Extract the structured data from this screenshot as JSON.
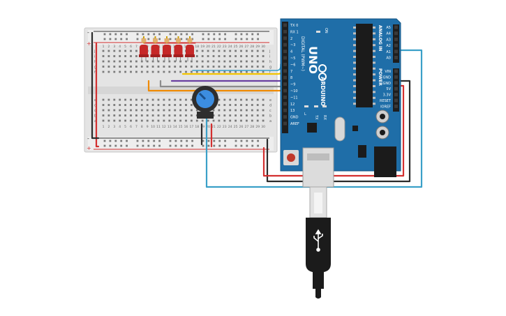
{
  "arduino": {
    "logo": "UNO",
    "brand": "ARDUINO",
    "digital_label": "DIGITAL (PWM~)",
    "analog_label": "ANALOG IN",
    "power_label": "POWER",
    "on_label": "ON",
    "tx_label": "TX",
    "rx_label": "RX",
    "l_label": "L",
    "digital_pins": [
      "TX 0",
      "RX 1",
      "2",
      "~3",
      "4",
      "~5",
      "~6",
      "7",
      "8",
      "~9",
      "~10",
      "~11",
      "12",
      "13",
      "GND",
      "AREF"
    ],
    "analog_pins": [
      "A5",
      "A4",
      "A3",
      "A2",
      "A1",
      "A0"
    ],
    "power_pins": [
      "VIN",
      "GND",
      "GND",
      "5V",
      "3.3V",
      "RESET",
      "IOREF"
    ]
  },
  "breadboard": {
    "row_letters": [
      "j",
      "i",
      "h",
      "g",
      "f",
      "e",
      "d",
      "c",
      "b",
      "a"
    ],
    "column_numbers": [
      "1",
      "2",
      "3",
      "4",
      "5",
      "6",
      "7",
      "8",
      "9",
      "10",
      "11",
      "12",
      "13",
      "14",
      "15",
      "16",
      "17",
      "18",
      "19",
      "20",
      "21",
      "22",
      "23",
      "24",
      "25",
      "26",
      "27",
      "28",
      "29",
      "30"
    ],
    "rail_plus": "+",
    "rail_minus": "-"
  },
  "leds": {
    "count": 5,
    "color": "#c62828"
  },
  "wire_colors": {
    "red": "#d32f2f",
    "black": "#2b2b2b",
    "blue": "#3aa0c8",
    "yellow": "#f2c400",
    "purple": "#6a3fa0",
    "gray": "#8c8c8c",
    "orange": "#f08a00"
  }
}
